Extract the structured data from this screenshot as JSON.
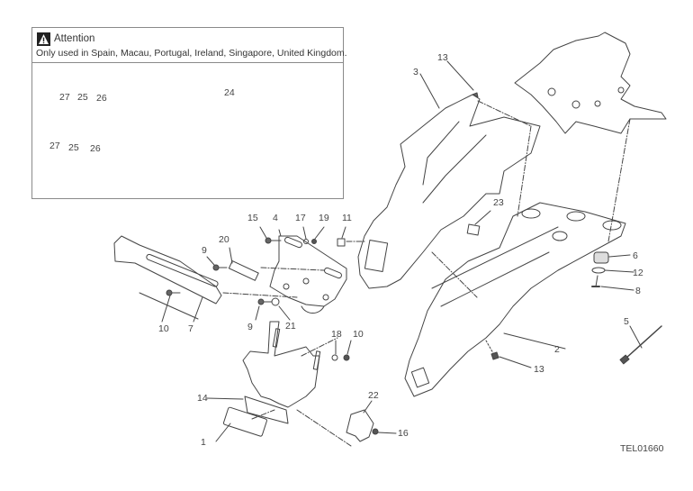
{
  "diagram": {
    "type": "exploded-parts-diagram",
    "drawing_code": "TEL01660",
    "attention_box": {
      "icon": "warning-triangle-icon",
      "title": "Attention",
      "text": "Only used in Spain, Macau, Portugal, Ireland, Singapore, United Kingdom.",
      "part_labels": [
        "27",
        "25",
        "26",
        "24",
        "27",
        "25",
        "26"
      ]
    },
    "part_labels": {
      "p1": "1",
      "p2": "2",
      "p3": "3",
      "p4": "4",
      "p5": "5",
      "p6": "6",
      "p7": "7",
      "p8": "8",
      "p9a": "9",
      "p9b": "9",
      "p10a": "10",
      "p10b": "10",
      "p11": "11",
      "p12": "12",
      "p13a": "13",
      "p13b": "13",
      "p14": "14",
      "p15": "15",
      "p16": "16",
      "p17": "17",
      "p18": "18",
      "p19": "19",
      "p20": "20",
      "p21": "21",
      "p22": "22",
      "p23": "23"
    }
  }
}
